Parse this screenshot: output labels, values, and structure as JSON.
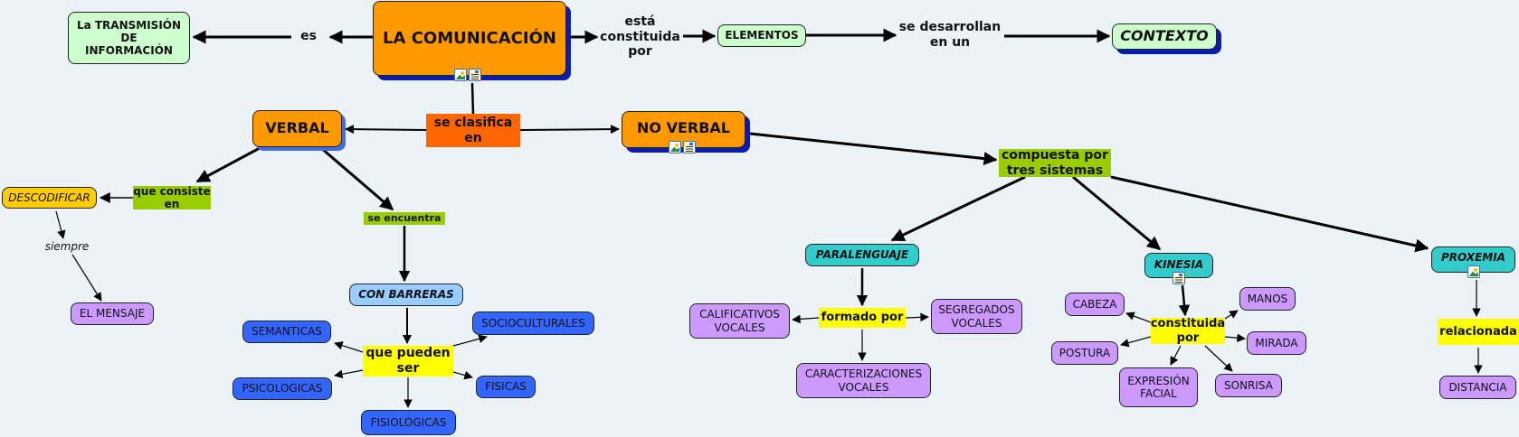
{
  "colors": {
    "background": "#ecf3f6",
    "orange_concept": "#ff9900",
    "light_green_concept": "#ccffcc",
    "teal_concept": "#33cccc",
    "lilac_concept": "#cc99ff",
    "blue_concept": "#3366ff",
    "light_blue_concept": "#99ccff",
    "yellow_concept": "#ffcc00",
    "phrase_orange": "#ff6600",
    "phrase_green": "#99cc00",
    "phrase_yellow": "#ffff00"
  },
  "concepts": {
    "comunicacion": "LA COMUNICACIÓN",
    "transmision": "La TRANSMISIÓN\nDE\nINFORMACIÓN",
    "elementos": "ELEMENTOS",
    "contexto": "CONTEXTO",
    "verbal": "VERBAL",
    "no_verbal": "NO VERBAL",
    "descodificar": "DESCODIFICAR",
    "el_mensaje": "EL MENSAJE",
    "con_barreras": "CON BARRERAS",
    "semanticas": "SEMANTICAS",
    "socioculturales": "SOCIOCULTURALES",
    "psicologicas": "PSICOLOGICAS",
    "fisicas": "FISICAS",
    "fisiologicas": "FISIOLÓGICAS",
    "paralenguaje": "PARALENGUAJE",
    "kinesia": "KINESIA",
    "proxemia": "PROXEMIA",
    "calificativos_vocales": "CALIFICATIVOS\nVOCALES",
    "segregados_vocales": "SEGREGADOS\nVOCALES",
    "caracterizaciones_vocales": "CARACTERIZACIONES\nVOCALES",
    "cabeza": "CABEZA",
    "manos": "MANOS",
    "postura": "POSTURA",
    "mirada": "MIRADA",
    "expresion_facial": "EXPRESIÓN\nFACIAL",
    "sonrisa": "SONRISA",
    "distancia": "DISTANCIA"
  },
  "linking_phrases": {
    "es": "es",
    "esta_constituida_por": "está\nconstituida\npor",
    "se_desarrollan_en_un": "se desarrollan\nen un",
    "se_clasifica_en": "se clasifica\nen",
    "que_consiste_en": "que consiste\nen",
    "siempre": "siempre",
    "se_encuentra": "se encuentra",
    "que_pueden_ser": "que pueden\nser",
    "compuesta_por_tres_sistemas": "compuesta por\ntres sistemas",
    "formado_por": "formado por",
    "constituida_por": "constituida\npor",
    "relacionada": "relacionada"
  },
  "resource_icons": {
    "comunicacion": [
      "image-icon",
      "document-icon"
    ],
    "no_verbal": [
      "image-icon",
      "document-icon"
    ],
    "kinesia": [
      "document-icon"
    ],
    "proxemia": [
      "image-icon"
    ]
  }
}
